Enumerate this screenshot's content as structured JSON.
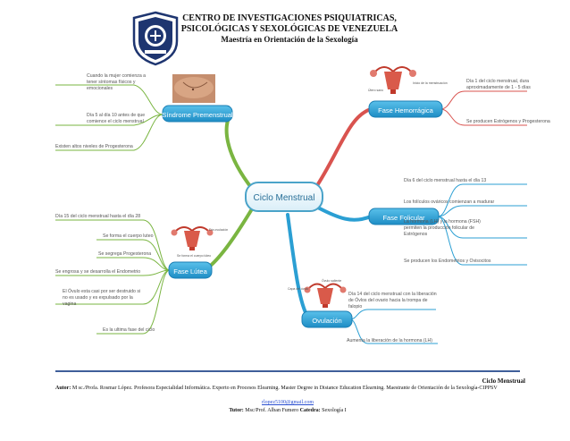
{
  "header": {
    "line1": "CENTRO DE INVESTIGACIONES PSIQUIATRICAS,",
    "line2": "PSICOLÓGICAS Y SEXOLÓGICAS DE VENEZUELA",
    "line3": "Maestría en Orientación de la Sexología"
  },
  "center": {
    "label": "Ciclo Menstrual"
  },
  "branches": {
    "sindrome": {
      "label": "Síndrome Premenstrual",
      "items": [
        "Cuando la mujer comienza a tener síntomas físicos y emocionales",
        "Día 5 al día 10 antes de que comience el ciclo menstrual",
        "Existen altos niveles de Progesterona"
      ]
    },
    "hemorragica": {
      "label": "Fase Hemorrágica",
      "image_caption": "Inicio de la menstruación",
      "image_caption2": "Útero sano",
      "items": [
        "Día 1 del ciclo menstrual, dura aproximadamente de 1 - 5 días",
        "Se producen Estrógenos y Progesterona"
      ]
    },
    "folicular": {
      "label": "Fase Folicular",
      "items": [
        "Día 6 del ciclo menstrual hasta el día 13",
        "Los folículos ováricos comienzan a madurar",
        "La hormona (LH) y la hormona (FSH) permiten la producción folicular de Estrógenos",
        "Se producen los Endometrios y Ovisocitos"
      ]
    },
    "lutea": {
      "label": "Fase Lútea",
      "image_caption": "Día ovulación",
      "image_caption2": "Se forma el cuerpo lúteo",
      "items": [
        "Día 15 del ciclo menstrual hasta el día 28",
        "Se forma el cuerpo luteo",
        "Se segrega Progesterona",
        "Se engrosa y se desarrolla el Endometrio",
        "El Óvulo esta casi por ser destruido si no es usado y es expulsado por la vagina",
        "Es la ultima fase del ciclo"
      ]
    },
    "ovulacion": {
      "label": "Ovulación",
      "image_caption": "Óvulo saliente",
      "image_caption2": "Capa del óvulo",
      "items": [
        "Día 14 del ciclo menstrual con la liberación de Óvlos del ovario hacia la trompa de falopio",
        "Aumenta la liberación de la hormona (LH)"
      ]
    }
  },
  "footer": {
    "title": "Ciclo Menstrual",
    "autor_label": "Autor:",
    "autor_text": "M sc./Profa. Rosmar López. Profesora Especialidad Informática. Experto en Procesos Elearning. Master Degree in Distance Education Elearning. Maestrante de Orientación de la Sexología-CIPPSV",
    "email": "rlopez5100@gmail.com",
    "tutor_label": "Tutor:",
    "tutor_text": "Msc/Prof. Alban Fumero",
    "catedra_label": "Catedra:",
    "catedra_text": "Sexología I"
  },
  "colors": {
    "topic": "#2b9fd3",
    "center_border": "#4aa3c9",
    "line_green": "#7ab541",
    "line_red": "#d9534f"
  }
}
